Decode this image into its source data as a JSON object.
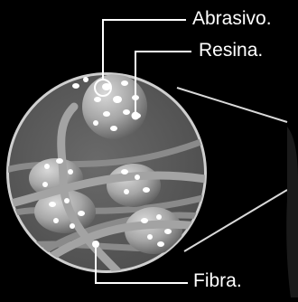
{
  "labels": {
    "abrasivo": "Abrasivo.",
    "resina": "Resina.",
    "fibra": "Fibra."
  },
  "colors": {
    "background": "#000000",
    "ring": "#d9d9d9",
    "circle_fill": "#5e5e5e",
    "fiber": "#9a9a9a",
    "resin_sphere": "#a8a8a8",
    "abrasive_grain": "#ffffff",
    "leader_line": "#ffffff",
    "label_text": "#ffffff"
  },
  "icons": {
    "magnifier": "magnifier-circle-icon",
    "abrasive_grain": "abrasive-grain-icon",
    "resin_sphere": "resin-sphere-icon",
    "fiber": "fiber-strand-icon"
  }
}
